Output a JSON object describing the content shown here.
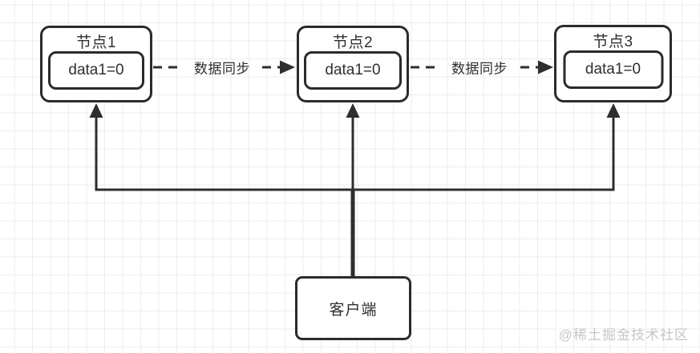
{
  "diagram": {
    "nodes": [
      {
        "title": "节点1",
        "value": "data1=0"
      },
      {
        "title": "节点2",
        "value": "data1=0"
      },
      {
        "title": "节点3",
        "value": "data1=0"
      }
    ],
    "sync_labels": [
      "数据同步",
      "数据同步"
    ],
    "client": {
      "label": "客户端"
    },
    "watermark": "@稀土掘金技术社区",
    "colors": {
      "line": "#2e2e2e",
      "box_border": "#2b2b2b",
      "text": "#2f2f2f",
      "watermark": "#c7c7c7",
      "grid": "#ececec",
      "background": "#ffffff"
    }
  }
}
